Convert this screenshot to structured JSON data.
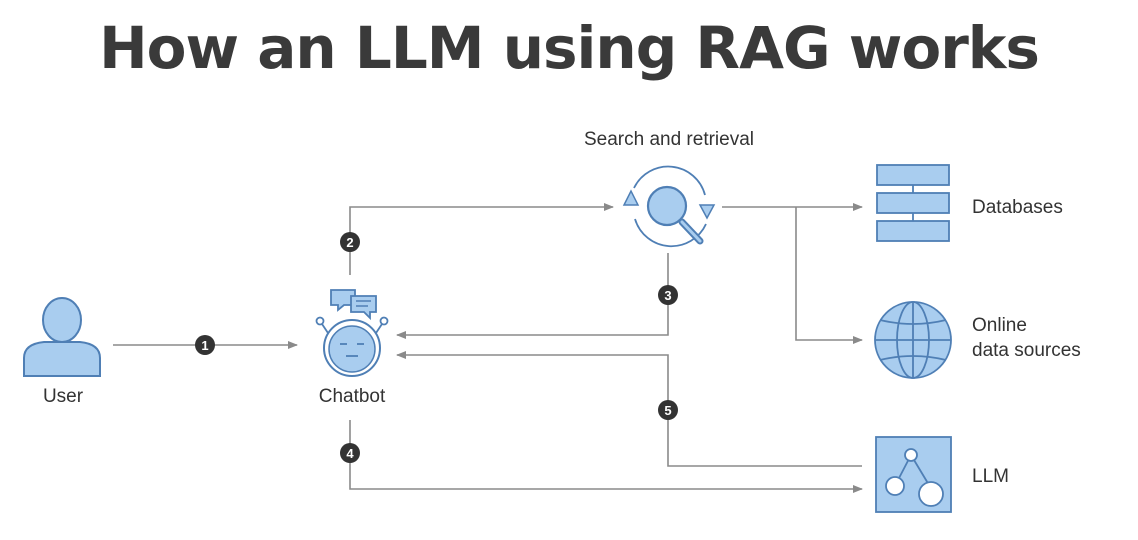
{
  "title": "How an LLM using RAG works",
  "nodes": {
    "user": "User",
    "chatbot": "Chatbot",
    "search": "Search and retrieval",
    "databases": "Databases",
    "online_line1": "Online",
    "online_line2": "data sources",
    "llm": "LLM"
  },
  "steps": [
    "1",
    "2",
    "3",
    "4",
    "5"
  ],
  "icons": {
    "user": "user-icon",
    "chatbot": "chatbot-icon",
    "search": "search-retrieval-icon",
    "databases": "database-icon",
    "online": "globe-icon",
    "llm": "llm-network-icon"
  },
  "colors": {
    "icon_fill": "#a9cdef",
    "icon_stroke": "#4f7fb5",
    "connector": "#8a8a8a",
    "badge": "#333333",
    "title": "#3a3a3a"
  }
}
